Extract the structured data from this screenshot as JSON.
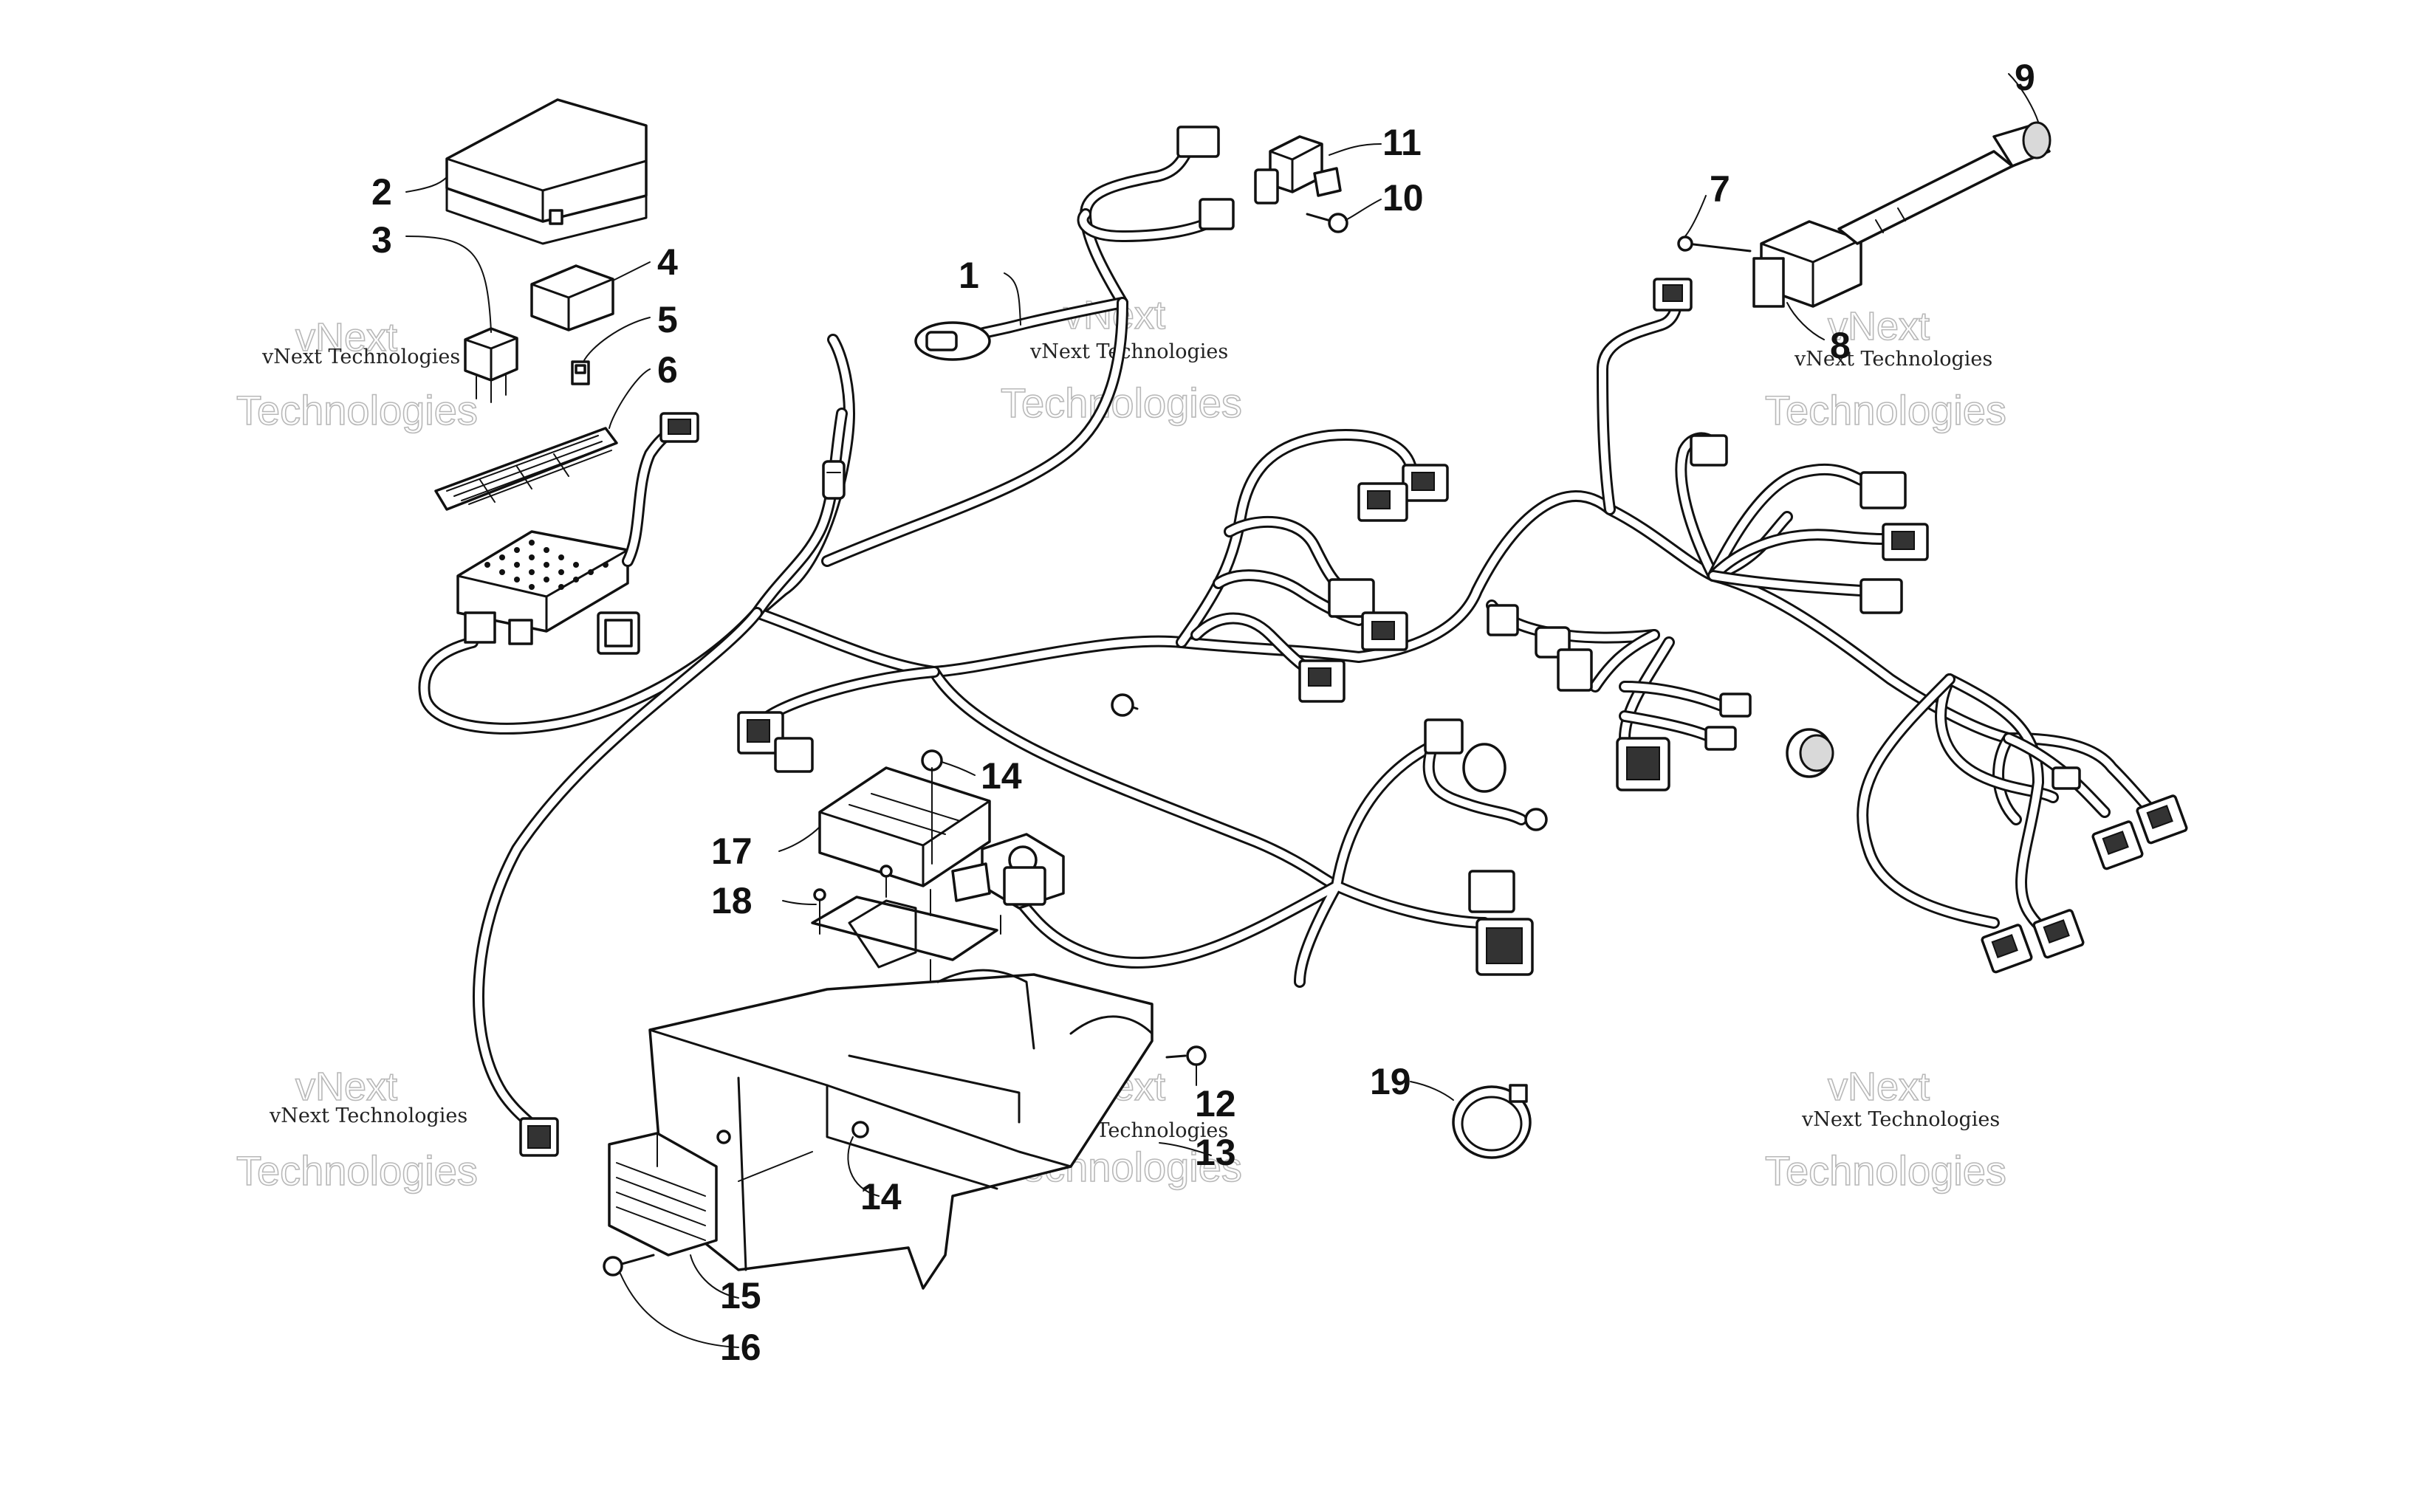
{
  "diagram": {
    "type": "exploded parts diagram",
    "callouts": [
      "1",
      "2",
      "3",
      "4",
      "5",
      "6",
      "7",
      "8",
      "9",
      "10",
      "11",
      "12",
      "13",
      "14",
      "14",
      "15",
      "16",
      "17",
      "18",
      "19"
    ],
    "watermarks": [
      {
        "line1": "vNext",
        "line2": "vNext Technologies",
        "line3": "Technologies"
      },
      {
        "line1": "vNext",
        "line2": "vNext Technologies",
        "line3": "Technologies"
      },
      {
        "line1": "vNext",
        "line2": "vNext Technologies",
        "line3": "Technologies"
      },
      {
        "line1": "vNext",
        "line2": "vNext Technologies",
        "line3": "Technologies"
      },
      {
        "line1": "vNext",
        "line2": "vNext Technologies",
        "line3": "Technologies"
      },
      {
        "line1": "vNext",
        "line2": "vNext Technologies",
        "line3": "Technologies"
      }
    ]
  }
}
